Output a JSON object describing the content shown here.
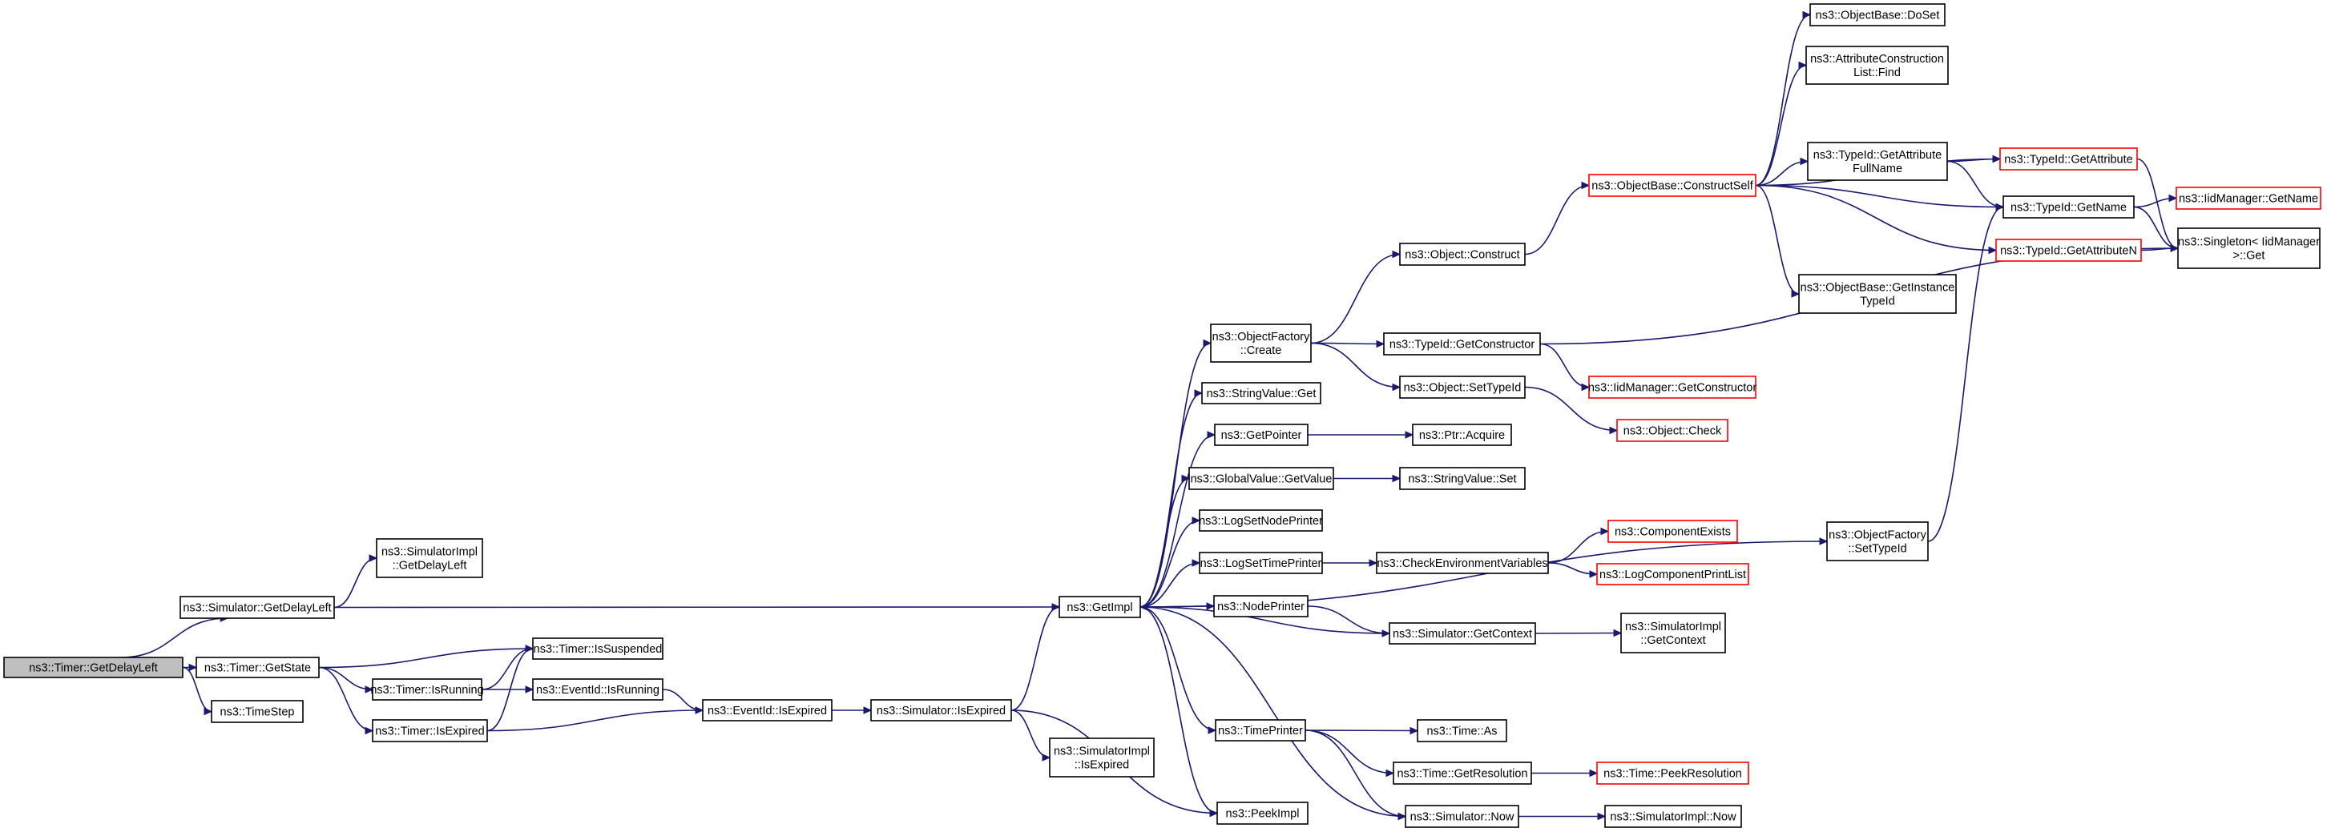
{
  "diagram": {
    "title": "",
    "nodes": [
      {
        "id": "getdelayleft",
        "lines": [
          "ns3::Timer::GetDelayLeft"
        ],
        "kind": "root"
      },
      {
        "id": "sim_getdelayleft",
        "lines": [
          "ns3::Simulator::GetDelayLeft"
        ],
        "kind": "normal"
      },
      {
        "id": "timer_getstate",
        "lines": [
          "ns3::Timer::GetState"
        ],
        "kind": "normal"
      },
      {
        "id": "timestep",
        "lines": [
          "ns3::TimeStep"
        ],
        "kind": "normal"
      },
      {
        "id": "simimpl_getdelayleft",
        "lines": [
          "ns3::SimulatorImpl",
          "::GetDelayLeft"
        ],
        "kind": "normal"
      },
      {
        "id": "timer_issuspended",
        "lines": [
          "ns3::Timer::IsSuspended"
        ],
        "kind": "normal"
      },
      {
        "id": "timer_isrunning",
        "lines": [
          "ns3::Timer::IsRunning"
        ],
        "kind": "normal"
      },
      {
        "id": "timer_isexpired",
        "lines": [
          "ns3::Timer::IsExpired"
        ],
        "kind": "normal"
      },
      {
        "id": "eventid_isrunning",
        "lines": [
          "ns3::EventId::IsRunning"
        ],
        "kind": "normal"
      },
      {
        "id": "eventid_isexpired",
        "lines": [
          "ns3::EventId::IsExpired"
        ],
        "kind": "normal"
      },
      {
        "id": "sim_isexpired",
        "lines": [
          "ns3::Simulator::IsExpired"
        ],
        "kind": "normal"
      },
      {
        "id": "simimpl_isexpired",
        "lines": [
          "ns3::SimulatorImpl",
          "::IsExpired"
        ],
        "kind": "normal"
      },
      {
        "id": "getimpl",
        "lines": [
          "ns3::GetImpl"
        ],
        "kind": "normal"
      },
      {
        "id": "peekimpl",
        "lines": [
          "ns3::PeekImpl"
        ],
        "kind": "normal"
      },
      {
        "id": "objfactory_create",
        "lines": [
          "ns3::ObjectFactory",
          "::Create"
        ],
        "kind": "normal"
      },
      {
        "id": "stringvalue_get",
        "lines": [
          "ns3::StringValue::Get"
        ],
        "kind": "normal"
      },
      {
        "id": "getpointer",
        "lines": [
          "ns3::GetPointer"
        ],
        "kind": "normal"
      },
      {
        "id": "globalvalue_getvalue",
        "lines": [
          "ns3::GlobalValue::GetValue"
        ],
        "kind": "normal"
      },
      {
        "id": "logsetnodeprinter",
        "lines": [
          "ns3::LogSetNodePrinter"
        ],
        "kind": "normal"
      },
      {
        "id": "logsettimeprinter",
        "lines": [
          "ns3::LogSetTimePrinter"
        ],
        "kind": "normal"
      },
      {
        "id": "nodeprinter",
        "lines": [
          "ns3::NodePrinter"
        ],
        "kind": "normal"
      },
      {
        "id": "timeprinter",
        "lines": [
          "ns3::TimePrinter"
        ],
        "kind": "normal"
      },
      {
        "id": "object_construct",
        "lines": [
          "ns3::Object::Construct"
        ],
        "kind": "normal"
      },
      {
        "id": "typeid_getconstructor",
        "lines": [
          "ns3::TypeId::GetConstructor"
        ],
        "kind": "normal"
      },
      {
        "id": "object_settypeid",
        "lines": [
          "ns3::Object::SetTypeId"
        ],
        "kind": "normal"
      },
      {
        "id": "ptr_acquire",
        "lines": [
          "ns3::Ptr::Acquire"
        ],
        "kind": "normal"
      },
      {
        "id": "stringvalue_set",
        "lines": [
          "ns3::StringValue::Set"
        ],
        "kind": "normal"
      },
      {
        "id": "checkenvvars",
        "lines": [
          "ns3::CheckEnvironmentVariables"
        ],
        "kind": "normal"
      },
      {
        "id": "sim_getcontext",
        "lines": [
          "ns3::Simulator::GetContext"
        ],
        "kind": "normal"
      },
      {
        "id": "time_as",
        "lines": [
          "ns3::Time::As"
        ],
        "kind": "normal"
      },
      {
        "id": "time_getresolution",
        "lines": [
          "ns3::Time::GetResolution"
        ],
        "kind": "normal"
      },
      {
        "id": "sim_now",
        "lines": [
          "ns3::Simulator::Now"
        ],
        "kind": "normal"
      },
      {
        "id": "objbase_constructself",
        "lines": [
          "ns3::ObjectBase::ConstructSelf"
        ],
        "kind": "red"
      },
      {
        "id": "iidmanager_getconstructor",
        "lines": [
          "ns3::IidManager::GetConstructor"
        ],
        "kind": "red"
      },
      {
        "id": "object_check",
        "lines": [
          "ns3::Object::Check"
        ],
        "kind": "red"
      },
      {
        "id": "componentexists",
        "lines": [
          "ns3::ComponentExists"
        ],
        "kind": "red"
      },
      {
        "id": "logcomponentprintlist",
        "lines": [
          "ns3::LogComponentPrintList"
        ],
        "kind": "red"
      },
      {
        "id": "simimpl_getcontext",
        "lines": [
          "ns3::SimulatorImpl",
          "::GetContext"
        ],
        "kind": "normal"
      },
      {
        "id": "time_peekresolution",
        "lines": [
          "ns3::Time::PeekResolution"
        ],
        "kind": "red"
      },
      {
        "id": "simimpl_now",
        "lines": [
          "ns3::SimulatorImpl::Now"
        ],
        "kind": "normal"
      },
      {
        "id": "objfactory_settypeid",
        "lines": [
          "ns3::ObjectFactory",
          "::SetTypeId"
        ],
        "kind": "normal"
      },
      {
        "id": "objbase_doset",
        "lines": [
          "ns3::ObjectBase::DoSet"
        ],
        "kind": "normal"
      },
      {
        "id": "attrconstructionlist_find",
        "lines": [
          "ns3::AttributeConstruction",
          "List::Find"
        ],
        "kind": "normal"
      },
      {
        "id": "typeid_getattributefullname",
        "lines": [
          "ns3::TypeId::GetAttribute",
          "FullName"
        ],
        "kind": "normal"
      },
      {
        "id": "objbase_getinstancetypeid",
        "lines": [
          "ns3::ObjectBase::GetInstance",
          "TypeId"
        ],
        "kind": "normal"
      },
      {
        "id": "typeid_getattribute",
        "lines": [
          "ns3::TypeId::GetAttribute"
        ],
        "kind": "red"
      },
      {
        "id": "typeid_getname",
        "lines": [
          "ns3::TypeId::GetName"
        ],
        "kind": "normal"
      },
      {
        "id": "typeid_getattributen",
        "lines": [
          "ns3::TypeId::GetAttributeN"
        ],
        "kind": "red"
      },
      {
        "id": "iidmanager_getname",
        "lines": [
          "ns3::IidManager::GetName"
        ],
        "kind": "red"
      },
      {
        "id": "singleton_get",
        "lines": [
          "ns3::Singleton< IidManager",
          " >::Get"
        ],
        "kind": "normal"
      }
    ],
    "edges": [
      [
        "getdelayleft",
        "sim_getdelayleft"
      ],
      [
        "getdelayleft",
        "timer_getstate"
      ],
      [
        "getdelayleft",
        "timestep"
      ],
      [
        "sim_getdelayleft",
        "simimpl_getdelayleft"
      ],
      [
        "sim_getdelayleft",
        "getimpl"
      ],
      [
        "timer_getstate",
        "timer_issuspended"
      ],
      [
        "timer_getstate",
        "timer_isrunning"
      ],
      [
        "timer_getstate",
        "timer_isexpired"
      ],
      [
        "timer_isrunning",
        "timer_issuspended"
      ],
      [
        "timer_isrunning",
        "eventid_isrunning"
      ],
      [
        "timer_isexpired",
        "timer_issuspended"
      ],
      [
        "timer_isexpired",
        "eventid_isexpired"
      ],
      [
        "eventid_isrunning",
        "eventid_isexpired"
      ],
      [
        "eventid_isexpired",
        "sim_isexpired"
      ],
      [
        "sim_isexpired",
        "getimpl"
      ],
      [
        "sim_isexpired",
        "peekimpl"
      ],
      [
        "sim_isexpired",
        "simimpl_isexpired"
      ],
      [
        "getimpl",
        "objfactory_create"
      ],
      [
        "getimpl",
        "stringvalue_get"
      ],
      [
        "getimpl",
        "getpointer"
      ],
      [
        "getimpl",
        "globalvalue_getvalue"
      ],
      [
        "getimpl",
        "logsetnodeprinter"
      ],
      [
        "getimpl",
        "logsettimeprinter"
      ],
      [
        "getimpl",
        "nodeprinter"
      ],
      [
        "getimpl",
        "timeprinter"
      ],
      [
        "getimpl",
        "peekimpl"
      ],
      [
        "getimpl",
        "objfactory_settypeid"
      ],
      [
        "getimpl",
        "sim_now"
      ],
      [
        "sim_getcontext",
        "getimpl"
      ],
      [
        "objfactory_create",
        "object_construct"
      ],
      [
        "objfactory_create",
        "typeid_getconstructor"
      ],
      [
        "objfactory_create",
        "object_settypeid"
      ],
      [
        "getpointer",
        "ptr_acquire"
      ],
      [
        "globalvalue_getvalue",
        "stringvalue_set"
      ],
      [
        "logsettimeprinter",
        "checkenvvars"
      ],
      [
        "nodeprinter",
        "sim_getcontext"
      ],
      [
        "timeprinter",
        "time_as"
      ],
      [
        "timeprinter",
        "time_getresolution"
      ],
      [
        "timeprinter",
        "sim_now"
      ],
      [
        "object_construct",
        "objbase_constructself"
      ],
      [
        "typeid_getconstructor",
        "iidmanager_getconstructor"
      ],
      [
        "typeid_getconstructor",
        "singleton_get"
      ],
      [
        "object_settypeid",
        "object_check"
      ],
      [
        "checkenvvars",
        "componentexists"
      ],
      [
        "checkenvvars",
        "logcomponentprintlist"
      ],
      [
        "sim_getcontext",
        "simimpl_getcontext"
      ],
      [
        "time_getresolution",
        "time_peekresolution"
      ],
      [
        "sim_now",
        "simimpl_now"
      ],
      [
        "objfactory_settypeid",
        "typeid_getname"
      ],
      [
        "objbase_constructself",
        "objbase_doset"
      ],
      [
        "objbase_constructself",
        "attrconstructionlist_find"
      ],
      [
        "objbase_constructself",
        "typeid_getattributefullname"
      ],
      [
        "objbase_constructself",
        "typeid_getattribute"
      ],
      [
        "objbase_constructself",
        "typeid_getname"
      ],
      [
        "objbase_constructself",
        "typeid_getattributen"
      ],
      [
        "objbase_constructself",
        "objbase_getinstancetypeid"
      ],
      [
        "typeid_getattributefullname",
        "typeid_getattribute"
      ],
      [
        "typeid_getattributefullname",
        "typeid_getname"
      ],
      [
        "typeid_getattribute",
        "singleton_get"
      ],
      [
        "typeid_getname",
        "iidmanager_getname"
      ],
      [
        "typeid_getname",
        "singleton_get"
      ],
      [
        "typeid_getattributen",
        "singleton_get"
      ]
    ]
  }
}
